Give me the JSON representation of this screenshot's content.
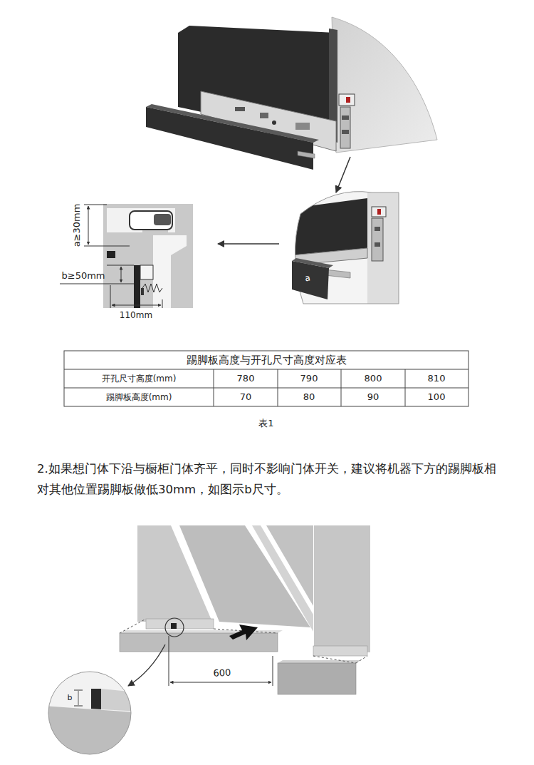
{
  "diagram": {
    "caption": "表1",
    "labels": [
      "a≥30mm",
      "b≥50mm",
      "110mm",
      "a",
      "踢脚板高度与开孔尺寸高度对应表",
      "开孔尺寸高度(mm)",
      "780",
      "790",
      "800",
      "810",
      "踢脚板高度(mm)",
      "70",
      "80",
      "90",
      "100",
      "2.如果想门体下沿与橱柜门体齐平，同时不影响门体开关，建议将机器下方的踢脚板相对其他位置踢脚板做低30mm，如图示b尺寸。",
      "600",
      "b"
    ]
  }
}
